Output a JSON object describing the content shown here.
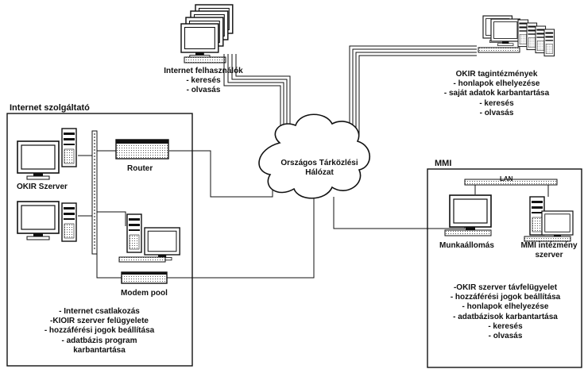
{
  "boxes": {
    "isp_title": "Internet szolgáltató",
    "mmi_title": "MMI"
  },
  "cloud_label": [
    "Országos Tárközlési",
    "Hálózat"
  ],
  "internet_users": {
    "title": "Internet felhasználók",
    "items": [
      "- keresés",
      "- olvasás"
    ]
  },
  "okir_partners": {
    "title": "OKIR tagintézmények",
    "items": [
      "- honlapok elhelyezése",
      "- saját adatok karbantartása",
      "- keresés",
      "- olvasás"
    ]
  },
  "devices": {
    "router": "Router",
    "okir_server": "OKIR Szerver",
    "modem_pool": "Modem pool",
    "workstation": "Munkaállomás",
    "mmi_server": [
      "MMI intézmény",
      "szerver"
    ],
    "lan": "LAN"
  },
  "isp_tasks": [
    "- Internet csatlakozás",
    "-KIOIR szerver felügyelete",
    "- hozzáférési jogok beállítása",
    "- adatbázis program",
    "karbantartása"
  ],
  "mmi_tasks": [
    "-OKIR szerver távfelügyelet",
    "- hozzáférési jogok beállítása",
    "- honlapok elhelyezése",
    "- adatbázisok karbantartása",
    "- keresés",
    "- olvasás"
  ]
}
